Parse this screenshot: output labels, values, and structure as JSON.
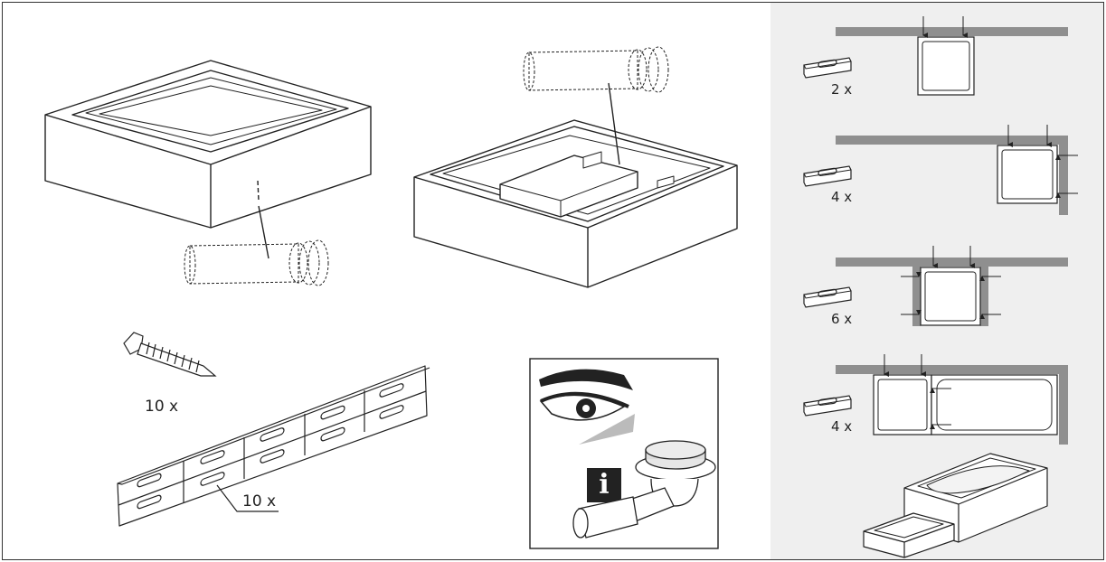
{
  "left": {
    "screw_qty": "10 x",
    "clip_qty": "10 x"
  },
  "sidebar": {
    "configs": [
      {
        "qty": "2 x"
      },
      {
        "qty": "4 x"
      },
      {
        "qty": "6 x"
      },
      {
        "qty": "4 x"
      }
    ]
  },
  "info_panel": {
    "info_symbol": "i"
  },
  "colors": {
    "frame": "#333333",
    "sidebar_bg": "#efefef",
    "wall": "#8f8f8f",
    "line": "#222222"
  }
}
